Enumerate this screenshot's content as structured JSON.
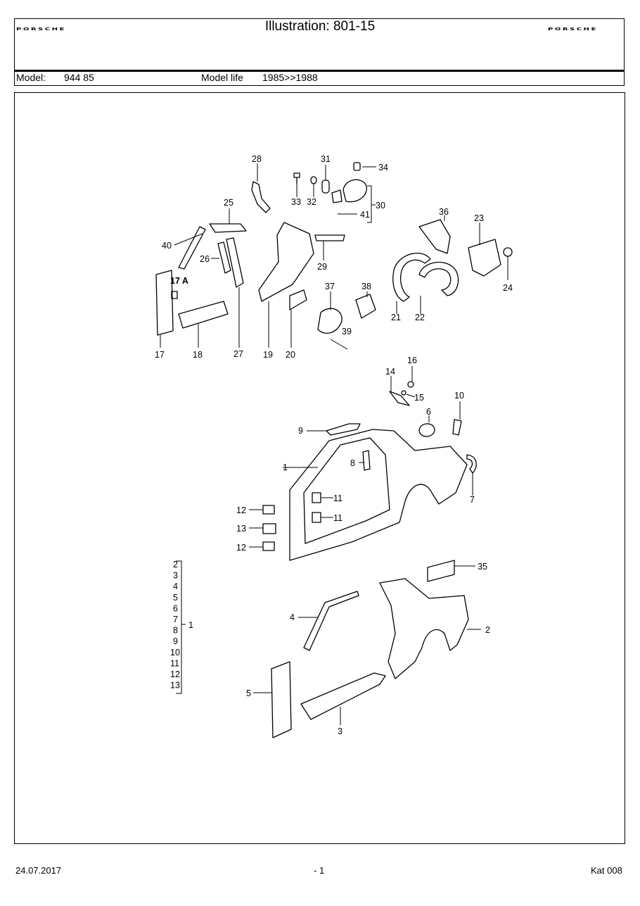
{
  "header": {
    "brand_left": "PORSCHE",
    "brand_right": "PORSCHE",
    "title": "Illustration: 801-15",
    "model_label": "Model:",
    "model_value": "944 85",
    "model_life_label": "Model life",
    "model_life_value": "1985>>1988"
  },
  "callouts": {
    "c1": "1",
    "c2": "2",
    "c3": "3",
    "c4": "4",
    "c5": "5",
    "c6": "6",
    "c7": "7",
    "c8": "8",
    "c9": "9",
    "c10": "10",
    "c11a": "11",
    "c11b": "11",
    "c12a": "12",
    "c12b": "12",
    "c13": "13",
    "c14": "14",
    "c15": "15",
    "c16": "16",
    "c17": "17",
    "c17a": "17 A",
    "c18": "18",
    "c19": "19",
    "c20": "20",
    "c21": "21",
    "c22": "22",
    "c23": "23",
    "c24": "24",
    "c25": "25",
    "c26": "26",
    "c27": "27",
    "c28": "28",
    "c29": "29",
    "c30": "30",
    "c31": "31",
    "c32": "32",
    "c33": "33",
    "c34": "34",
    "c35": "35",
    "c36": "36",
    "c37": "37",
    "c38": "38",
    "c39": "39",
    "c40": "40",
    "c41": "41"
  },
  "group_list": {
    "items": [
      "2",
      "3",
      "4",
      "5",
      "6",
      "7",
      "8",
      "9",
      "10",
      "11",
      "12",
      "13"
    ],
    "group_number": "1"
  },
  "footer": {
    "date": "24.07.2017",
    "page": "- 1",
    "catalog": "Kat 008"
  }
}
